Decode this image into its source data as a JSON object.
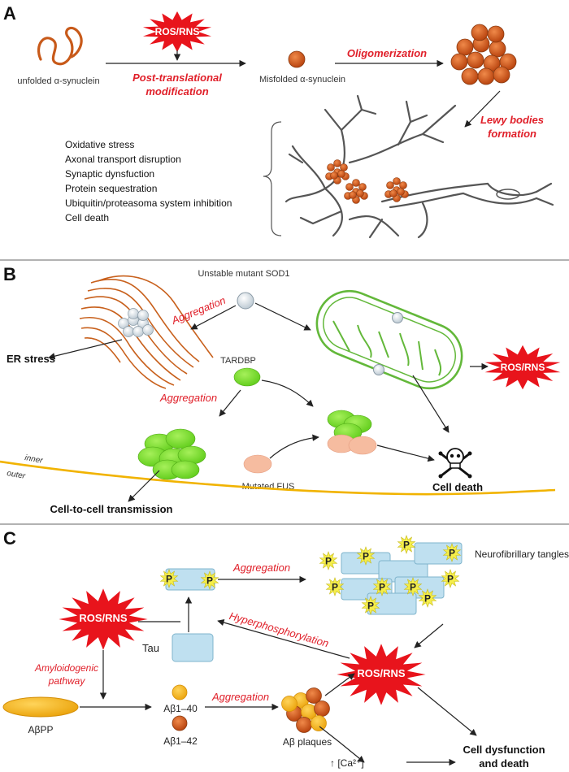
{
  "colors": {
    "red_label": "#e0202a",
    "burst": "#e8141c",
    "orange_dark": "#c85a1a",
    "orange_mid": "#d8591c",
    "green": "#7ddf2a",
    "mito_green": "#63b83a",
    "pink": "#f6bca0",
    "tau_blue": "#bfe0f0",
    "yellow": "#f6b313",
    "membrane": "#f1b300",
    "starburst": "#f5ee4a"
  },
  "panel_a": {
    "letter": "A",
    "unfolded": "unfolded α-synuclein",
    "burst": "ROS/RNS",
    "ptm_line1": "Post-translational",
    "ptm_line2": "modification",
    "misfolded": "Misfolded α-synuclein",
    "oligomerization": "Oligomerization",
    "lewy_line1": "Lewy bodies",
    "lewy_line2": "formation",
    "effects": [
      "Oxidative stress",
      "Axonal transport disruption",
      "Synaptic dynsfuction",
      "Protein sequestration",
      "Ubiquitin/proteasoma system inhibition",
      "Cell death"
    ]
  },
  "panel_b": {
    "letter": "B",
    "sod1": "Unstable mutant SOD1",
    "aggregation1": "Aggregation",
    "er_stress": "ER stress",
    "burst": "ROS/RNS",
    "tardbp": "TARDBP",
    "aggregation2": "Aggregation",
    "inner": "inner",
    "outer": "outer",
    "fus": "Mutated FUS",
    "cell_death": "Cell death",
    "transmission": "Cell-to-cell transmission"
  },
  "panel_c": {
    "letter": "C",
    "aggregation1": "Aggregation",
    "tangles": "Neurofibrillary tangles",
    "burst_left": "ROS/RNS",
    "hyper": "Hyperphosphorylation",
    "tau": "Tau",
    "amyloid_line1": "Amyloidogenic",
    "amyloid_line2": "pathway",
    "burst_right": "ROS/RNS",
    "abeta40": "Aβ1–40",
    "abeta42": "Aβ1–42",
    "aggregation2": "Aggregation",
    "abpp": "AβPP",
    "plaques": "Aβ plaques",
    "calcium": "↑ [Ca²⁺]",
    "dys_line1": "Cell dysfunction",
    "dys_line2": "and death",
    "p": "P"
  }
}
